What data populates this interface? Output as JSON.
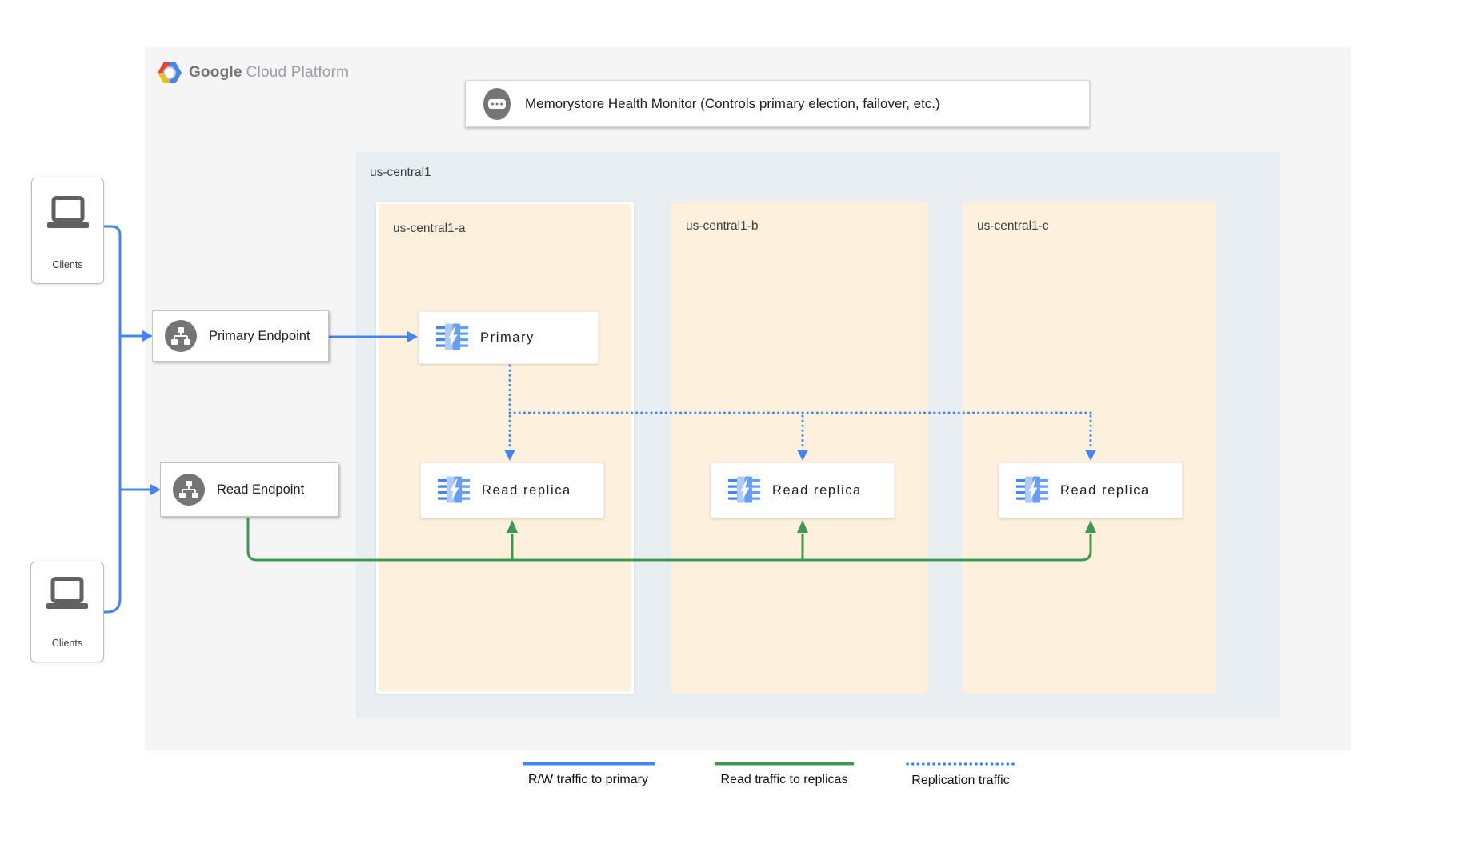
{
  "brand": {
    "name_primary": "Google",
    "name_secondary": "Cloud Platform"
  },
  "health_monitor": {
    "label": "Memorystore Health Monitor (Controls primary election, failover, etc.)"
  },
  "region": {
    "label": "us-central1"
  },
  "zones": [
    {
      "label": "us-central1-a"
    },
    {
      "label": "us-central1-b"
    },
    {
      "label": "us-central1-c"
    }
  ],
  "nodes": {
    "primary": "Primary",
    "replica_a": "Read replica",
    "replica_b": "Read replica",
    "replica_c": "Read replica"
  },
  "endpoints": {
    "primary_label": "Primary Endpoint",
    "read_label": "Read Endpoint"
  },
  "clients": {
    "top_label": "Clients",
    "bottom_label": "Clients"
  },
  "legend": [
    {
      "label": "R/W traffic to primary",
      "style": "solid",
      "color": "#4285f4"
    },
    {
      "label": "Read traffic to replicas",
      "style": "solid",
      "color": "#3d9950"
    },
    {
      "label": "Replication traffic",
      "style": "dotted",
      "color": "#4285f4"
    }
  ],
  "colors": {
    "rw_traffic": "#4285f4",
    "read_traffic": "#3d9950",
    "replication_traffic": "#4285f4",
    "container_bg": "#f5f5f6",
    "region_bg": "#e9eef3",
    "zone_bg": "#fdf0dd",
    "icon_gray": "#757575",
    "memorystore_light_blue": "#aecbfa",
    "memorystore_blue": "#669df6"
  }
}
